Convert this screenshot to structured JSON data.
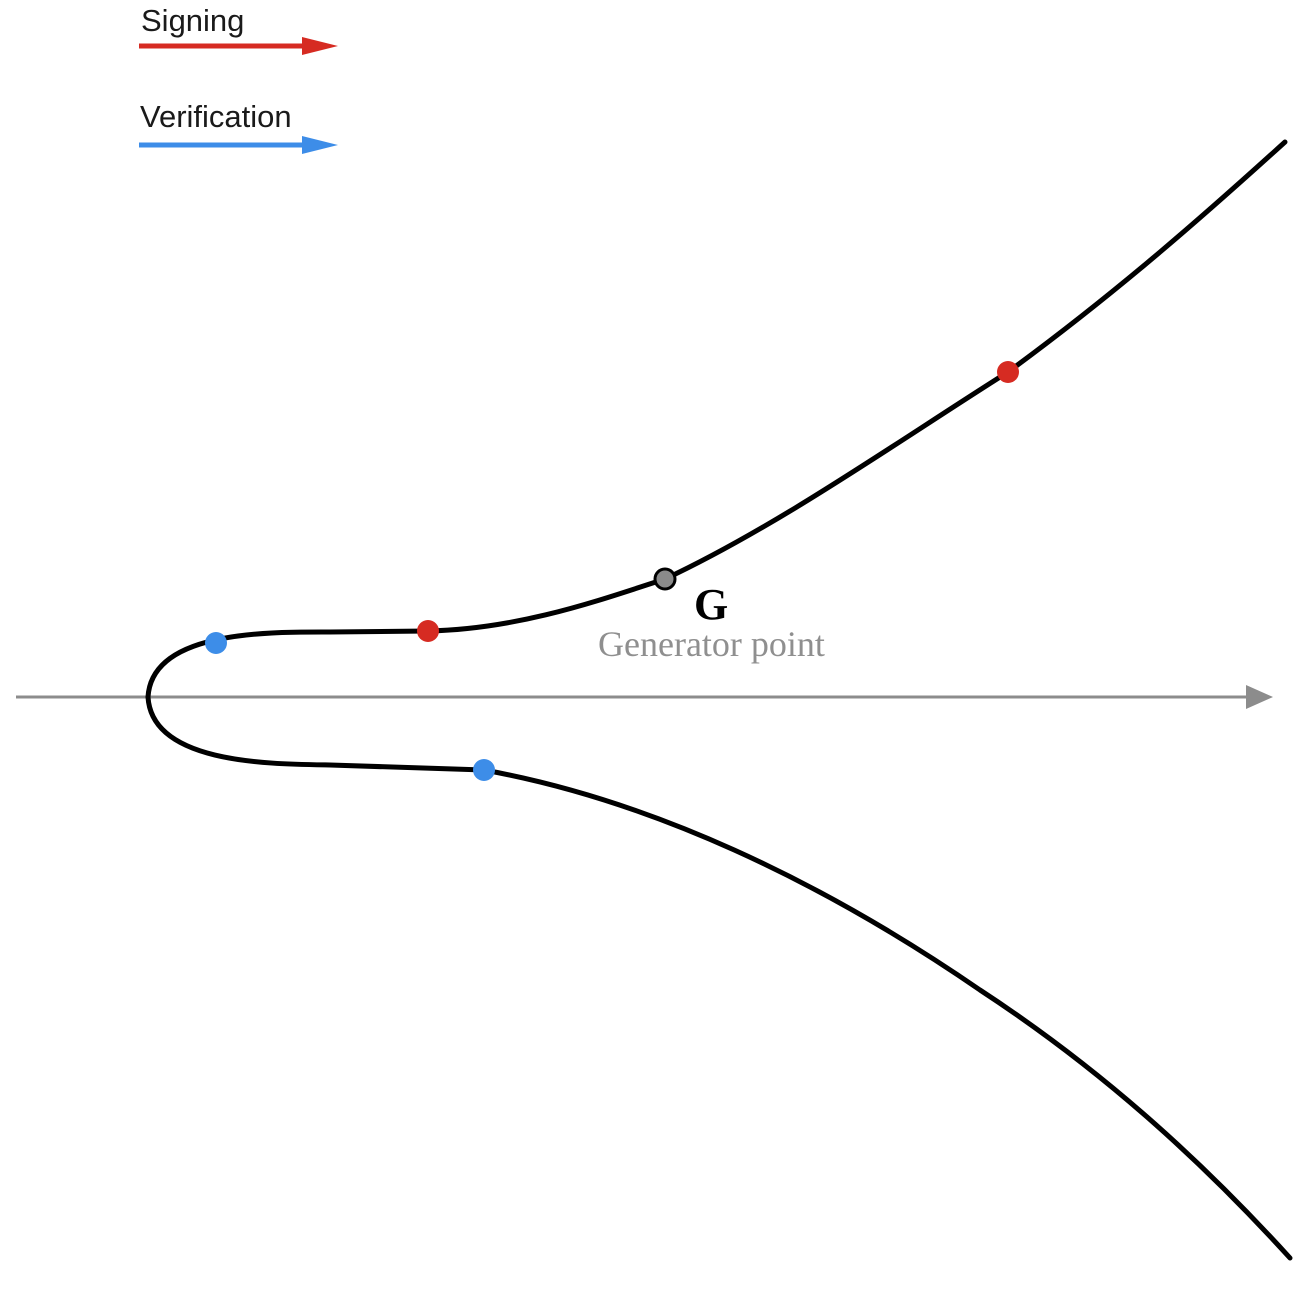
{
  "legend": {
    "signing": {
      "label": "Signing",
      "color": "#d62b22"
    },
    "verification": {
      "label": "Verification",
      "color": "#3d8de8"
    }
  },
  "curve": {
    "color": "#000000"
  },
  "axis": {
    "color": "#8c8c8c"
  },
  "points": {
    "signing": {
      "color": "#d62b22",
      "count": 2
    },
    "verification": {
      "color": "#3d8de8",
      "count": 2
    },
    "generator": {
      "color": "#8a8a8a",
      "symbol": "G",
      "label": "Generator point",
      "label_color": "#8f8f8f"
    }
  }
}
